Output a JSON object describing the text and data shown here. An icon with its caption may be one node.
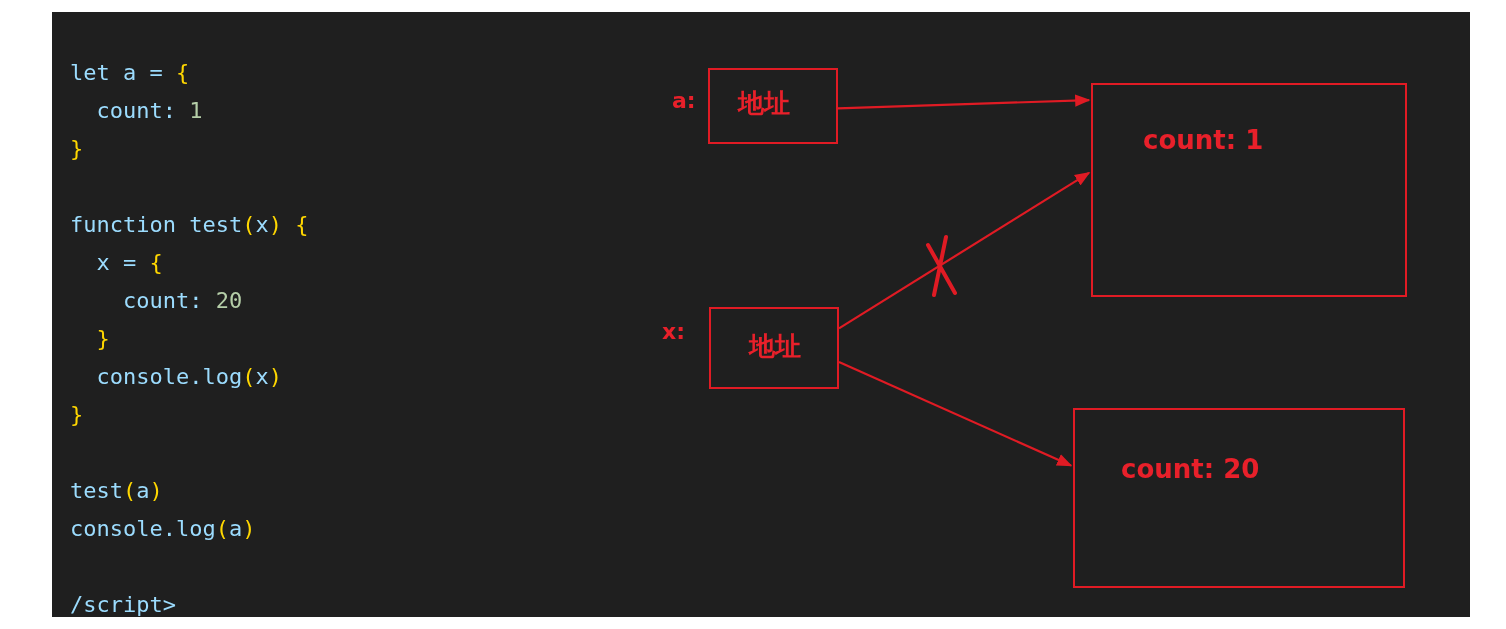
{
  "diagram": {
    "nodes": [
      {
        "text": [
          "地址"
        ],
        "beside": [
          "a:"
        ]
      },
      {
        "text": [
          "count: 1"
        ]
      },
      {
        "text": [
          "地址"
        ],
        "beside": [
          "x:"
        ]
      },
      {
        "text": [
          "count: 20"
        ]
      }
    ],
    "edges": [
      {
        "from": 0,
        "to": 1,
        "arrow": "to"
      },
      {
        "from": 2,
        "to": 1,
        "arrow": "to"
      },
      {
        "from": 2,
        "to": 3,
        "arrow": "to"
      }
    ],
    "labels": [
      "let a = {",
      "  count: 1",
      "}",
      "function test(x) {",
      "  x = {",
      "    count: 20",
      "  }",
      "  console.log(x)",
      "}",
      "test(a)",
      "console.log(a)",
      "/script>"
    ]
  }
}
